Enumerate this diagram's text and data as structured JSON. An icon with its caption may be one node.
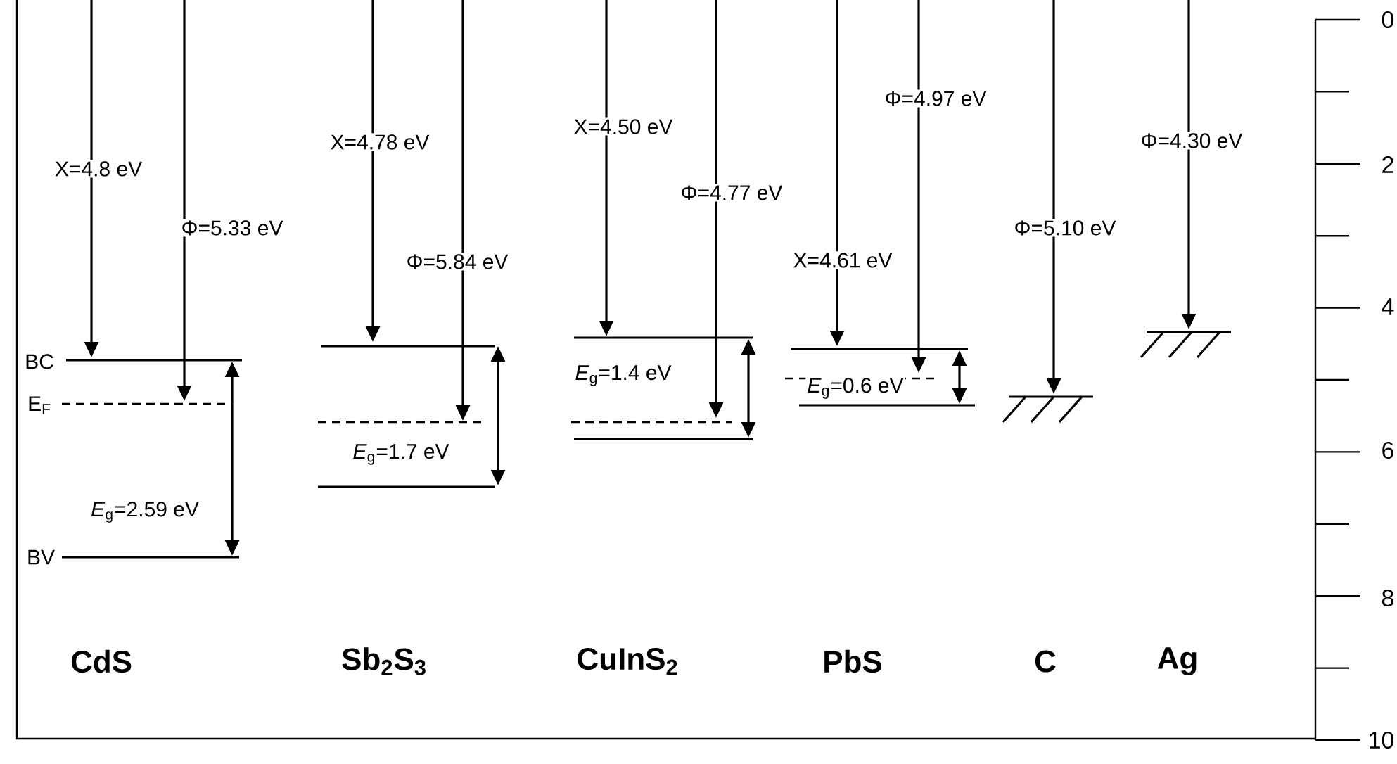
{
  "diagram": {
    "labels": [
      "X=4.8 eV",
      "Φ=5.33 eV",
      "BC",
      "E$_{F}$",
      "*E*$_{g}$=2.59 eV",
      "BV",
      "X=4.78 eV",
      "Φ=5.84 eV",
      "*E*$_{g}$=1.7 eV",
      "X=4.50 eV",
      "Φ=4.77 eV",
      "*E*$_{g}$=1.4 eV",
      "Φ=4.97 eV",
      "X=4.61 eV",
      "*E*$_{g}$=0.6 eV",
      "Φ=5.10 eV",
      "Φ=4.30 eV",
      "CdS",
      "Sb$_{2}$S$_{3}$",
      "CuInS$_{2}$",
      "PbS",
      "C",
      "Ag",
      "0",
      "2",
      "4",
      "6",
      "8",
      "10"
    ]
  }
}
